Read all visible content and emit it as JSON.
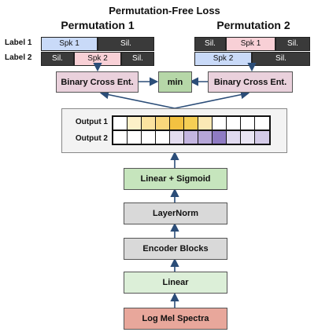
{
  "title": "Permutation-Free Loss",
  "permutations": [
    {
      "label": "Permutation 1",
      "rows": [
        {
          "label": "Label 1",
          "segments": [
            {
              "text": "Spk 1",
              "style": "blue"
            },
            {
              "text": "Sil.",
              "style": "dark"
            }
          ]
        },
        {
          "label": "Label 2",
          "segments": [
            {
              "text": "Sil.",
              "style": "dark"
            },
            {
              "text": "Spk 2",
              "style": "pink"
            },
            {
              "text": "Sil.",
              "style": "dark"
            }
          ]
        }
      ]
    },
    {
      "label": "Permutation 2",
      "rows": [
        {
          "segments": [
            {
              "text": "Sil.",
              "style": "dark"
            },
            {
              "text": "Spk 1",
              "style": "pink"
            },
            {
              "text": "Sil.",
              "style": "dark"
            }
          ]
        },
        {
          "segments": [
            {
              "text": "Spk 2",
              "style": "blue"
            },
            {
              "text": "Sil.",
              "style": "dark"
            }
          ]
        }
      ]
    }
  ],
  "loss": {
    "bce_left": "Binary Cross Ent.",
    "min": "min",
    "bce_right": "Binary Cross Ent."
  },
  "outputs": {
    "row_labels": [
      "Output 1",
      "Output 2"
    ],
    "output1_colors": [
      "#ffffff",
      "#fdf0c8",
      "#fbe3a0",
      "#f8d77c",
      "#f3c241",
      "#f6cf55",
      "#fbe9b5",
      "#ffffff",
      "#ffffff",
      "#ffffff",
      "#ffffff"
    ],
    "output2_colors": [
      "#ffffff",
      "#ffffff",
      "#ffffff",
      "#ffffff",
      "#e3dcef",
      "#c3b5e0",
      "#b5a6d8",
      "#8f7bc3",
      "#e0daef",
      "#e9e5f3",
      "#d4cbe8"
    ]
  },
  "stack": {
    "linear_sigmoid": "Linear + Sigmoid",
    "layernorm": "LayerNorm",
    "encoder": "Encoder Blocks",
    "linear": "Linear",
    "input": "Log Mel Spectra"
  },
  "colors": {
    "arrow": "#2b4d78",
    "bce": "#ead1dc",
    "min": "#b6d7a8",
    "linear_sigmoid": "#c6e5bd",
    "layernorm": "#d9d9d9",
    "encoder": "#d9d9d9",
    "linear": "#dcefd8",
    "input": "#e8a79b"
  }
}
